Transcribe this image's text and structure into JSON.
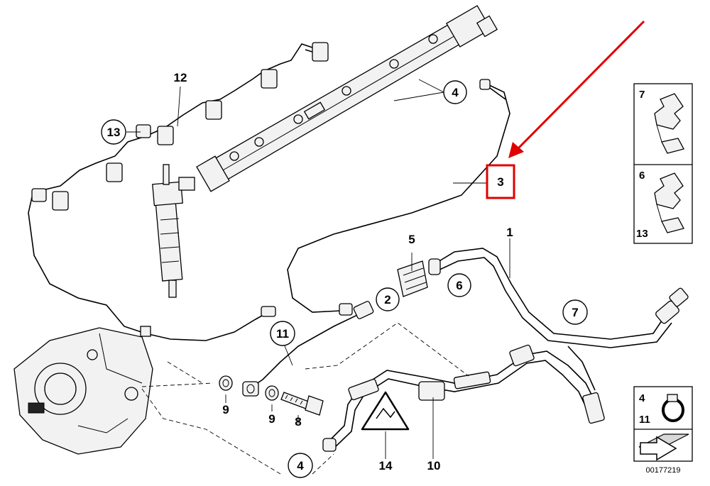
{
  "callouts": {
    "c1": "1",
    "c2": "2",
    "c3": "3",
    "c4_top": "4",
    "c4_bottom": "4",
    "c5": "5",
    "c6": "6",
    "c7": "7",
    "c8": "8",
    "c9_left": "9",
    "c9_right": "9",
    "c10": "10",
    "c11": "11",
    "c12": "12",
    "c13": "13",
    "c14": "14"
  },
  "inset_clips": {
    "label_7": "7",
    "label_6": "6",
    "label_13": "13"
  },
  "inset_clamp": {
    "label_4": "4",
    "label_11": "11"
  },
  "drawing_number": "00177219",
  "highlight_color": "#e00000",
  "arrow_color": "#e00000",
  "icons": [
    "pump-icon",
    "fuel-rail-icon",
    "injector-icon",
    "clamp-icon",
    "warning-triangle-icon",
    "arrow-icon"
  ]
}
